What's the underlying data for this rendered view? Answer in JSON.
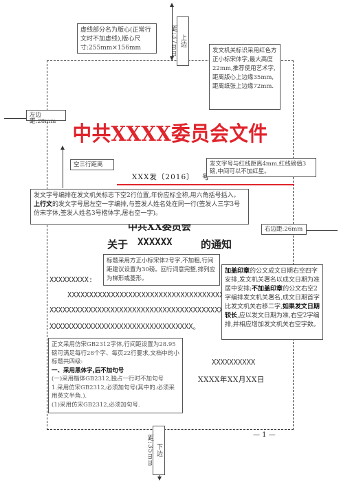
{
  "notes": {
    "print_area": "虚线部分名为版心(正常行文时不加虚线),版心尺寸:255mm×156mm",
    "top_margin": "上边距:37mm",
    "header_mark": "发文机关标识采用红色方正小标宋体字,最大高度22mm,推荐使用艺术字,距离版心上边缘35mm,距离纸张上边缘72mm.",
    "left_margin": "左边距:28mm",
    "blank_lines": "空三行距离",
    "red_line": "发文字号与红线距离4mm,红线磅值3磅,中间可以不加红星。",
    "doc_number_note": {
      "pre": "发文字号编排在发文机关标志下空2行位置,年份应标全称,用六角括号括入。",
      "bold": "上行文",
      "post": "的发文字号居左空一字编排,与签发人姓名处在同一行(签发人三字3号仿宋字体,签发人姓名3号楷体字,居右空一字)。"
    },
    "right_margin": "右边距:26mm",
    "title_note": "标题采用方正小标宋体2号字,不加粗,行间距建议设置为30磅。回行词意完整,排列应为梯形或菱形。",
    "seal_note": {
      "b1": "加盖印章",
      "t1": "的公文成文日期右空四字安排,发文机关署名以成文日期为准居中安排;",
      "b2": "不加盖印章",
      "t2": "的公文右空2字编排发文机关署名,成文日期首字比发文机关右移二字,",
      "b3": "如果发文日期较长",
      "t3": ",应以发文日期为准,右空2字编排,并相应增加发文机关右空字数。"
    },
    "body_font_note": "正文采用仿宋GB2312字体,行间距设置为28.95磅可满足每行28个字、每页22行要求,文档中的小标题共四级:",
    "level1": "一、采用黑体字,后不加句号",
    "level2": "(一)采用楷体GB2312,独占一行时不加句号",
    "level3": "1.采用仿宋GB2312,必须加句号(其中的.必须采用英文半角.).",
    "level4": "(1)采用仿宋GB2312,必须加句号.",
    "bottom_margin": "下边距:35mm"
  },
  "doc": {
    "header_title": "中共XXXX委员会文件",
    "doc_number": "XXX发〔2016〕",
    "doc_number_tail": "号",
    "issuer_line": "中共XX委员会",
    "subject_pre": "关于",
    "subject_x": "XXXXXX",
    "subject_post": "的通知",
    "salutation": "XXXXXXXXX:",
    "body_line1": "XXXXXXXXXXXXXXXXXXXXXXXXXXXXXXXXXXXXXX",
    "body_line2": "XXXXXXXXXXXXXXXXXXXXXXXXXXXXXXXXXXXXXXXXXXXX",
    "body_line3": "XXXXXXXXXXXXXXXXXXXXXXXXXXXXXXXXX。",
    "signature": "XXXXXXXXXX",
    "date": "XXXX年XX月XX日",
    "page_number": "— 1 —"
  },
  "colors": {
    "red": "#e0242c"
  }
}
